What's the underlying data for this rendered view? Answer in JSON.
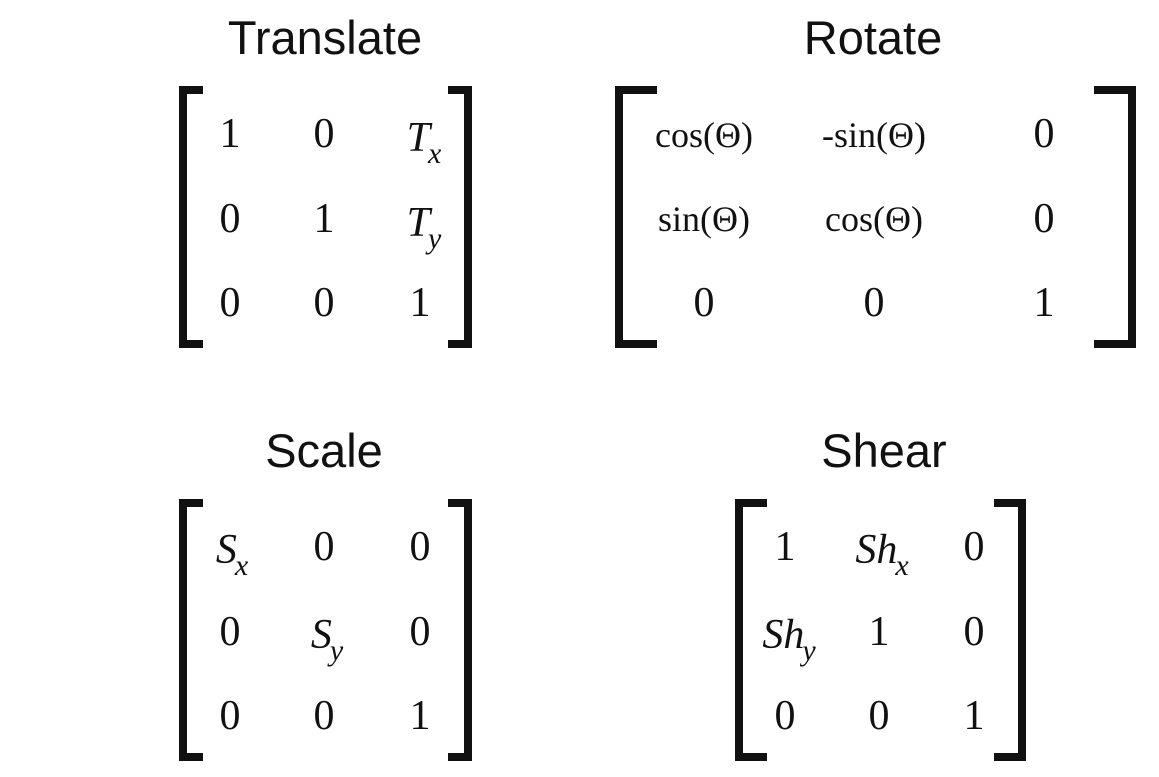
{
  "translate": {
    "title": "Translate",
    "cells": [
      "1",
      "0",
      "T|x",
      "0",
      "1",
      "T|y",
      "0",
      "0",
      "1"
    ]
  },
  "rotate": {
    "title": "Rotate",
    "cells": [
      "cos(Θ)",
      "-sin(Θ)",
      "0",
      "sin(Θ)",
      "cos(Θ)",
      "0",
      "0",
      "0",
      "1"
    ]
  },
  "scale": {
    "title": "Scale",
    "cells": [
      "S|x",
      "0",
      "0",
      "0",
      "S|y",
      "0",
      "0",
      "0",
      "1"
    ]
  },
  "shear": {
    "title": "Shear",
    "cells": [
      "1",
      "Sh|x",
      "0",
      "Sh|y",
      "1",
      "0",
      "0",
      "0",
      "1"
    ]
  }
}
